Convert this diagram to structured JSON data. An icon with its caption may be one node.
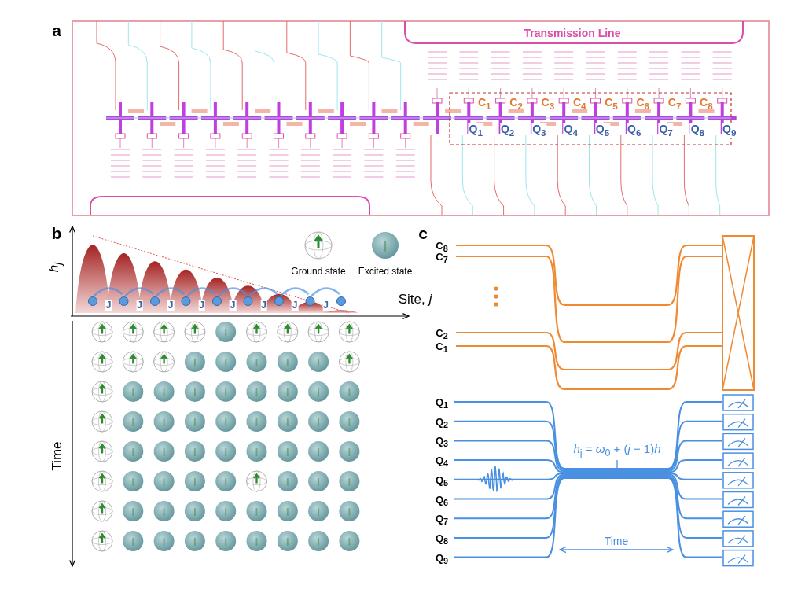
{
  "diagram": {
    "labels": [
      "a",
      "Transmission Line",
      "C$_{1}$",
      "C$_{2}$",
      "C$_{3}$",
      "C$_{4}$",
      "C$_{5}$",
      "C$_{6}$",
      "C$_{7}$",
      "C$_{8}$",
      "Q$_{1}$",
      "Q$_{2}$",
      "Q$_{3}$",
      "Q$_{4}$",
      "Q$_{5}$",
      "Q$_{6}$",
      "Q$_{7}$",
      "Q$_{8}$",
      "Q$_{9}$",
      "b",
      "*h*$_{j}$",
      "J",
      "J",
      "J",
      "J",
      "J",
      "J",
      "J",
      "J",
      "Site, *j*",
      "Time",
      "c",
      "C$_{8}$",
      "C$_{7}$",
      "C$_{2}$",
      "C$_{1}$",
      "Q$_{1}$",
      "Q$_{2}$",
      "Q$_{3}$",
      "Q$_{4}$",
      "Q$_{5}$",
      "Q$_{6}$",
      "Q$_{7}$",
      "Q$_{8}$",
      "Q$_{9}$",
      "*h*$_{j}$ = *ω*$_{0}$ + (*j* − 1)*h*",
      "Time"
    ],
    "legend": [
      {
        "text": "Ground state"
      },
      {
        "text": "Excited state"
      }
    ]
  }
}
